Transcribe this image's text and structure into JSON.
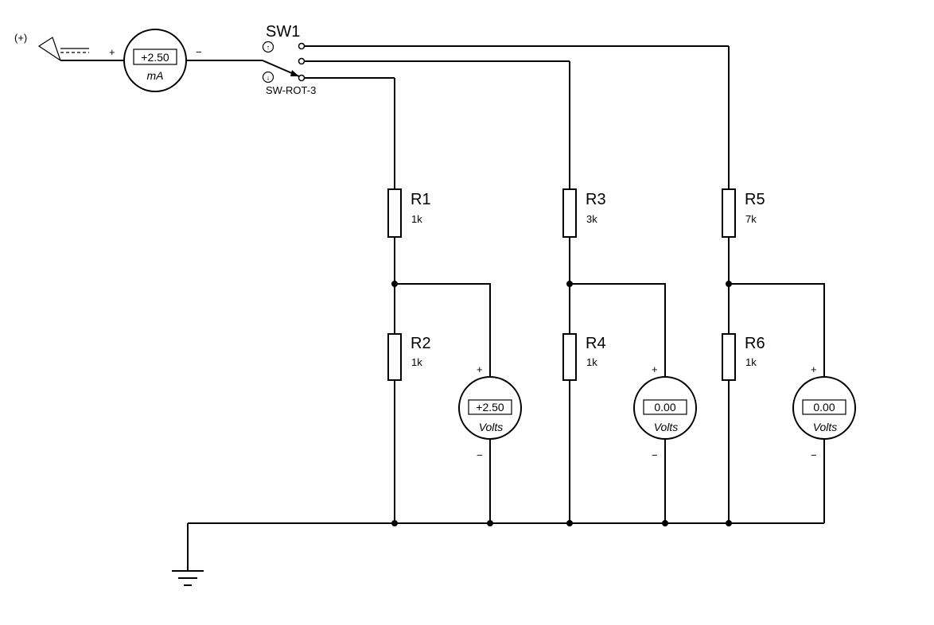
{
  "source": {
    "label": "(+)"
  },
  "ammeter": {
    "plus": "+",
    "minus": "−",
    "reading": "+2.50",
    "unit": "mA"
  },
  "switch": {
    "name": "SW1",
    "part": "SW-ROT-3",
    "up_marker": "↑",
    "down_marker": "↓"
  },
  "resistors": {
    "r1": {
      "name": "R1",
      "value": "1k"
    },
    "r2": {
      "name": "R2",
      "value": "1k"
    },
    "r3": {
      "name": "R3",
      "value": "3k"
    },
    "r4": {
      "name": "R4",
      "value": "1k"
    },
    "r5": {
      "name": "R5",
      "value": "7k"
    },
    "r6": {
      "name": "R6",
      "value": "1k"
    }
  },
  "voltmeters": {
    "v1": {
      "plus": "+",
      "minus": "−",
      "reading": "+2.50",
      "unit": "Volts"
    },
    "v2": {
      "plus": "+",
      "minus": "−",
      "reading": "0.00",
      "unit": "Volts"
    },
    "v3": {
      "plus": "+",
      "minus": "−",
      "reading": "0.00",
      "unit": "Volts"
    }
  }
}
